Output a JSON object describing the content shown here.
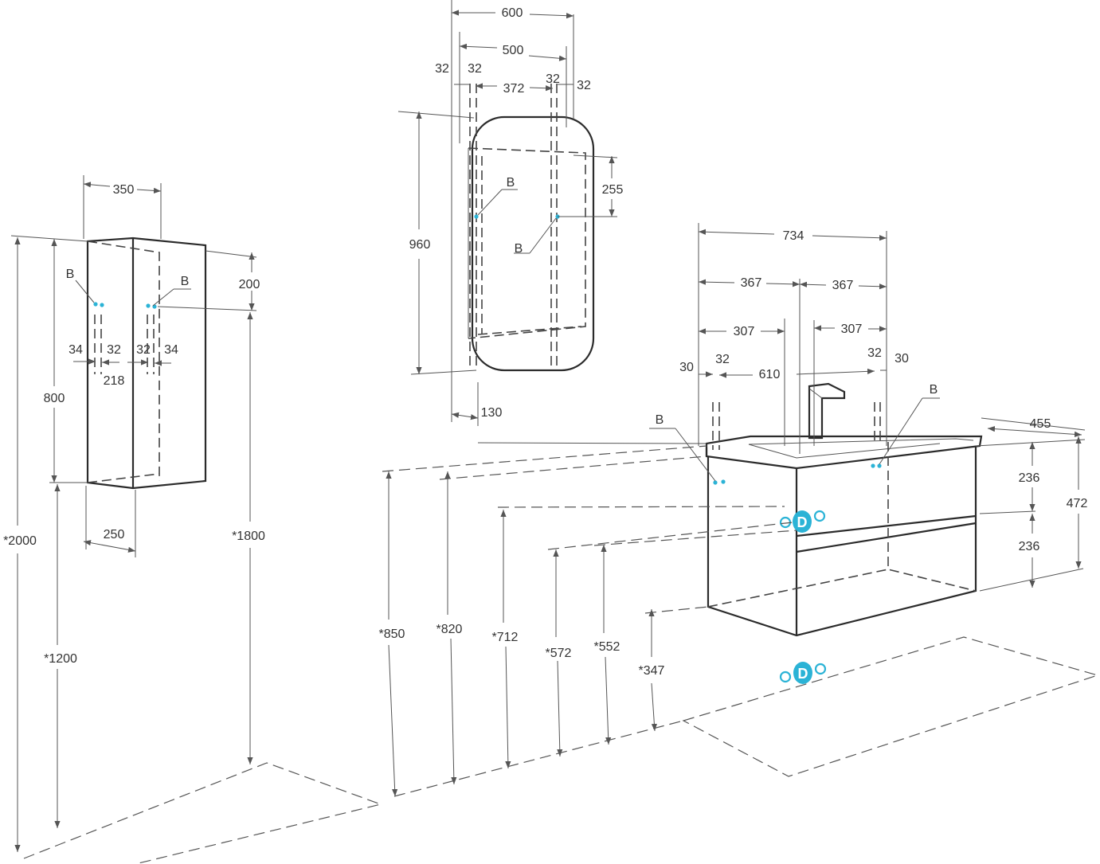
{
  "dimensions": {
    "mirror_w600": "600",
    "mirror_w500": "500",
    "mirror_w372": "372",
    "mirror_32_ll": "32",
    "mirror_32_l": "32",
    "mirror_32_r": "32",
    "mirror_32_rr": "32",
    "mirror_h960": "960",
    "mirror_255": "255",
    "mirror_130": "130",
    "cab_w350": "350",
    "cab_200": "200",
    "cab_34_l": "34",
    "cab_32_l": "32",
    "cab_32_r": "32",
    "cab_34_r": "34",
    "cab_218": "218",
    "cab_h800": "800",
    "cab_d250": "250",
    "cab_2000": "*2000",
    "cab_1200": "*1200",
    "cab_1800": "*1800",
    "van_734": "734",
    "van_367_l": "367",
    "van_367_r": "367",
    "van_307_l": "307",
    "van_307_r": "307",
    "van_30_l": "30",
    "van_32_l": "32",
    "van_610": "610",
    "van_32_r": "32",
    "van_30_r": "30",
    "van_455": "455",
    "van_236_t": "236",
    "van_236_b": "236",
    "van_472": "472",
    "van_850": "*850",
    "van_820": "*820",
    "van_712": "*712",
    "van_572": "*572",
    "van_552": "*552",
    "van_347": "*347"
  },
  "markers": {
    "b_mirror_1": "B",
    "b_mirror_2": "B",
    "b_cab_1": "B",
    "b_cab_2": "B",
    "b_van_1": "B",
    "b_van_2": "B",
    "connector_1": "D",
    "connector_2": "D"
  },
  "colors": {
    "line": "#2b2b2b",
    "dimension": "#555555",
    "accent": "#2bb3d6"
  }
}
